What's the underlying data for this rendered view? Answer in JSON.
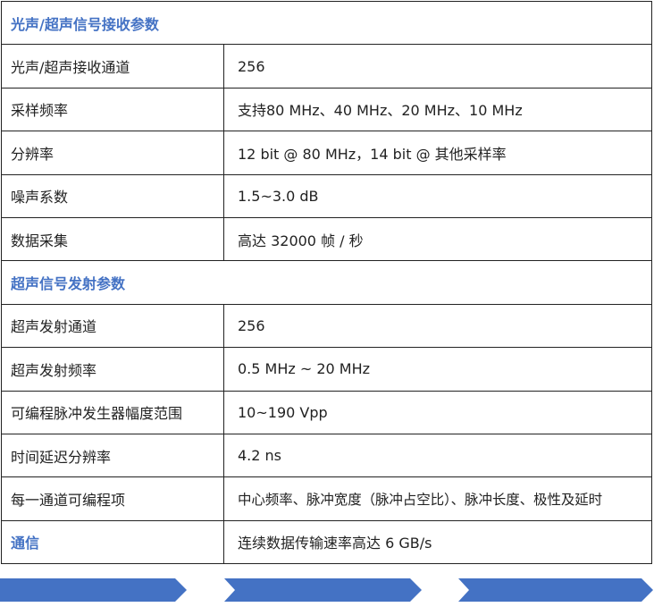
{
  "sections": [
    {
      "title": "光声/超声信号接收参数",
      "rows": [
        {
          "label": "光声/超声接收通道",
          "value": "256"
        },
        {
          "label": "采样频率",
          "value": "支持80 MHz、40 MHz、20 MHz、10 MHz"
        },
        {
          "label": "分辨率",
          "value": "12 bit @ 80 MHz，14 bit @ 其他采样率"
        },
        {
          "label": "噪声系数",
          "value": "1.5~3.0 dB"
        },
        {
          "label": "数据采集",
          "value": "高达 32000 帧 / 秒"
        }
      ]
    },
    {
      "title": "超声信号发射参数",
      "rows": [
        {
          "label": "超声发射通道",
          "value": "256"
        },
        {
          "label": "超声发射频率",
          "value": "0.5 MHz ~ 20 MHz"
        },
        {
          "label": "可编程脉冲发生器幅度范围",
          "value": "10~190 Vpp"
        },
        {
          "label": "时间延迟分辨率",
          "value": "4.2 ns"
        },
        {
          "label": "每一通道可编程项",
          "value": "中心频率、脉冲宽度（脉冲占空比）、脉冲长度、极性及延时"
        }
      ]
    }
  ],
  "communication": {
    "label": "通信",
    "value": "连续数据传输速率高达 6 GB/s"
  },
  "colors": {
    "accent": "#4472c4",
    "border": "#222222"
  },
  "footer_arrows": [
    "arrow-right",
    "arrow-right",
    "arrow-right"
  ]
}
